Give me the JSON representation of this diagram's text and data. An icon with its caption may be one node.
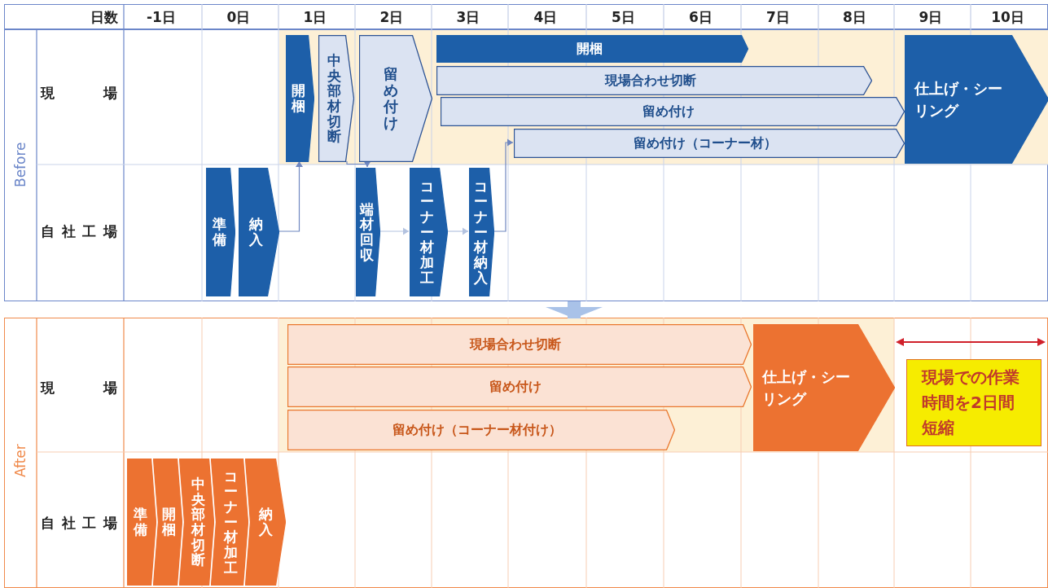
{
  "diagram": {
    "nodes": [
      {
        "text": [
          "Before"
        ]
      },
      {
        "text": [
          "開梱"
        ],
        "in": 0
      },
      {
        "text": [
          "中央部材切断"
        ],
        "in": 0
      },
      {
        "text": [
          "留め付け"
        ],
        "in": 0
      },
      {
        "text": [
          "開梱"
        ],
        "in": 0
      },
      {
        "text": [
          "現場合わせ切断"
        ],
        "in": 0
      },
      {
        "text": [
          "留め付け"
        ],
        "in": 0
      },
      {
        "text": [
          "留め付け（コーナー材）"
        ],
        "in": 0
      },
      {
        "text": [
          "仕上げ・シーリング"
        ],
        "in": 0
      },
      {
        "text": [
          "準備"
        ],
        "in": 0
      },
      {
        "text": [
          "納入"
        ],
        "in": 0
      },
      {
        "text": [
          "端材回収"
        ],
        "in": 0
      },
      {
        "text": [
          "コーナー材加工"
        ],
        "in": 0
      },
      {
        "text": [
          "コーナー材納入"
        ],
        "in": 0
      },
      {
        "text": [
          "After"
        ]
      },
      {
        "text": [
          "現場合わせ切断"
        ],
        "in": 14
      },
      {
        "text": [
          "留め付け"
        ],
        "in": 14
      },
      {
        "text": [
          "留め付け（コーナー材付け）"
        ],
        "in": 14
      },
      {
        "text": [
          "仕上げ・シーリング"
        ],
        "in": 14
      },
      {
        "text": [
          "現場での作業時間を2日間短縮"
        ],
        "in": 14
      },
      {
        "text": [
          "準備"
        ],
        "in": 14
      },
      {
        "text": [
          "開梱"
        ],
        "in": 14
      },
      {
        "text": [
          "中央部材切断"
        ],
        "in": 14
      },
      {
        "text": [
          "コーナー材加工"
        ],
        "in": 14
      },
      {
        "text": [
          "納入"
        ],
        "in": 14
      }
    ],
    "edges": [
      {
        "from": 10,
        "to": 1,
        "arrow": "to"
      },
      {
        "from": 2,
        "to": 11,
        "arrow": "to"
      },
      {
        "from": 11,
        "to": 12,
        "arrow": "to",
        "color": "#b4c3e0"
      },
      {
        "from": 12,
        "to": 13,
        "arrow": "to",
        "color": "#b4c3e0"
      },
      {
        "from": 13,
        "to": 7,
        "arrow": "to"
      },
      {
        "from": 0,
        "to": 14,
        "arrow": "to",
        "style": "thick",
        "color": "#a9c2e8"
      }
    ],
    "labels": [
      "日数",
      "-1日",
      "0日",
      "1日",
      "2日",
      "3日",
      "4日",
      "5日",
      "6日",
      "7日",
      "8日",
      "9日",
      "10日",
      "現場",
      "自社工場",
      "現場",
      "自社工場"
    ]
  }
}
